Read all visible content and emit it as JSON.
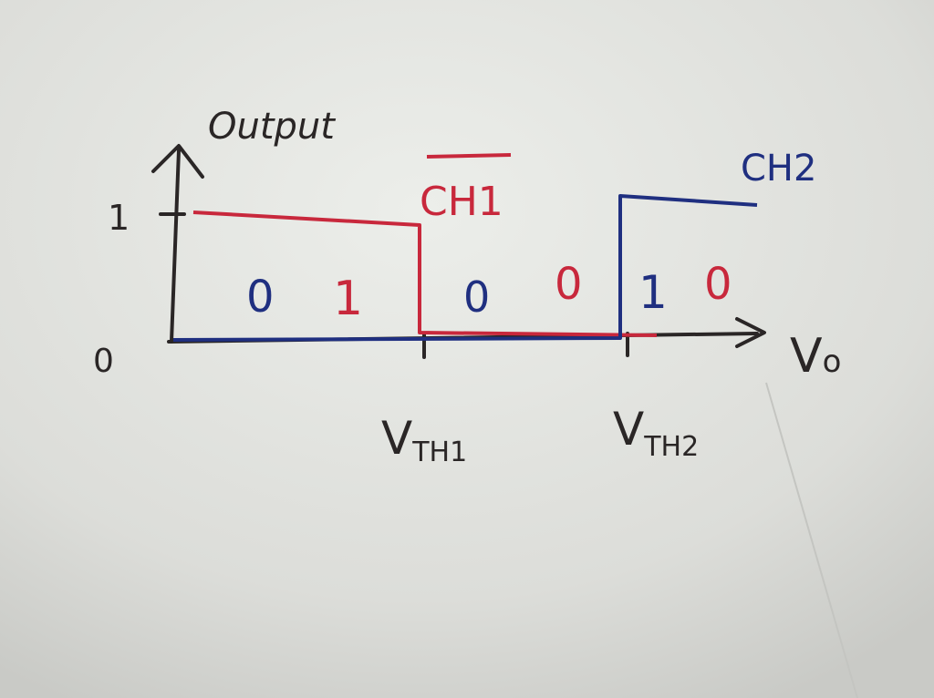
{
  "colors": {
    "paper": "#e2e3df",
    "black_ink": "#2a2626",
    "red_ink": "#c8283c",
    "blue_ink": "#1f2f80"
  },
  "axes": {
    "y_label": "Output",
    "y_tick_high": "1",
    "y_tick_low": "0",
    "x_label_main": "V",
    "x_label_sub": "o",
    "threshold1_main": "V",
    "threshold1_sub": "TH1",
    "threshold2_main": "V",
    "threshold2_sub": "TH2"
  },
  "signals": {
    "ch1_label": "CH1",
    "ch1_inverted": true,
    "ch2_label": "CH2"
  },
  "regions": [
    {
      "ch2": "0",
      "ch1": "1"
    },
    {
      "ch2": "0",
      "ch1": "0"
    },
    {
      "ch2": "1",
      "ch1": "0"
    }
  ]
}
